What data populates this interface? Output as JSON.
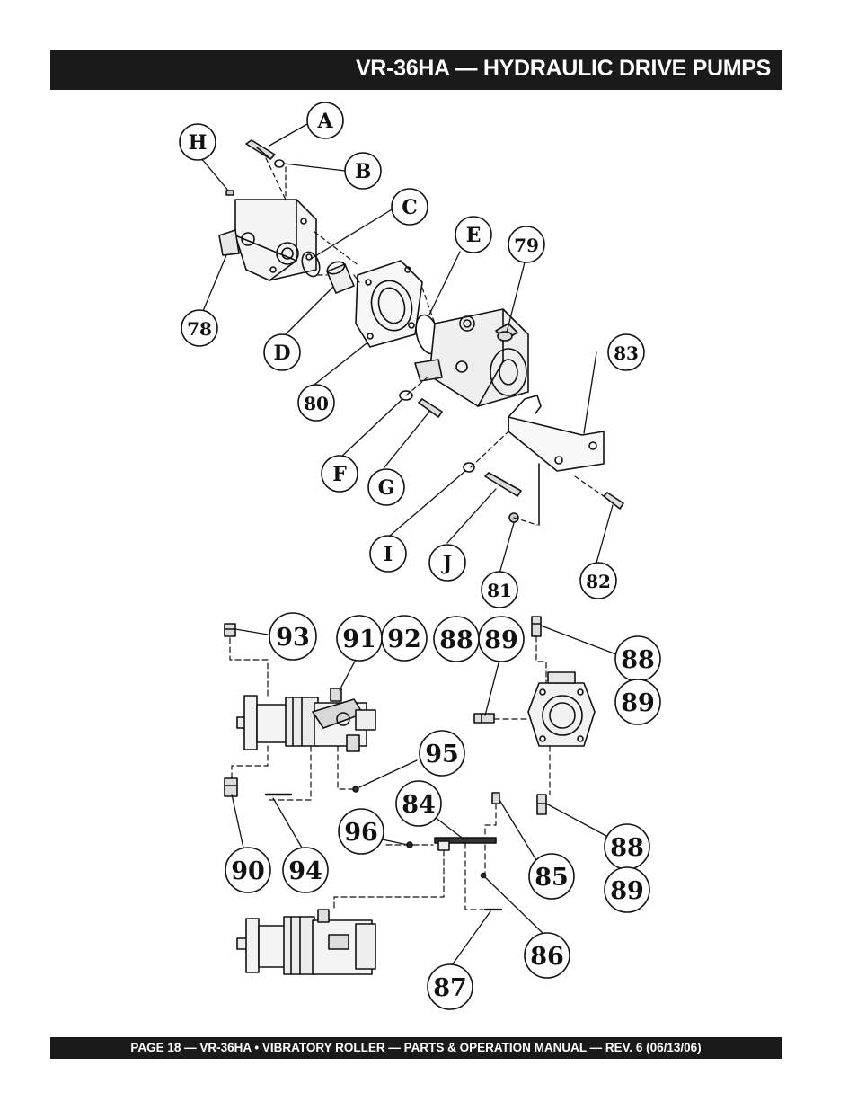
{
  "header": {
    "title": "VR-36HA — HYDRAULIC DRIVE PUMPS"
  },
  "footer": {
    "text": "PAGE 18 — VR-36HA • VIBRATORY ROLLER — PARTS & OPERATION MANUAL — REV. 6 (06/13/06)"
  },
  "upper_diagram": {
    "callouts": [
      "A",
      "B",
      "H",
      "C",
      "E",
      "79",
      "78",
      "D",
      "83",
      "80",
      "F",
      "G",
      "I",
      "J",
      "81",
      "82"
    ]
  },
  "lower_diagram": {
    "callouts": [
      "93",
      "91",
      "92",
      "88",
      "89",
      "88",
      "89",
      "95",
      "84",
      "96",
      "85",
      "90",
      "94",
      "88",
      "89",
      "86",
      "87"
    ]
  },
  "colors": {
    "bar": "#1a1a1a",
    "ink": "#111111"
  }
}
